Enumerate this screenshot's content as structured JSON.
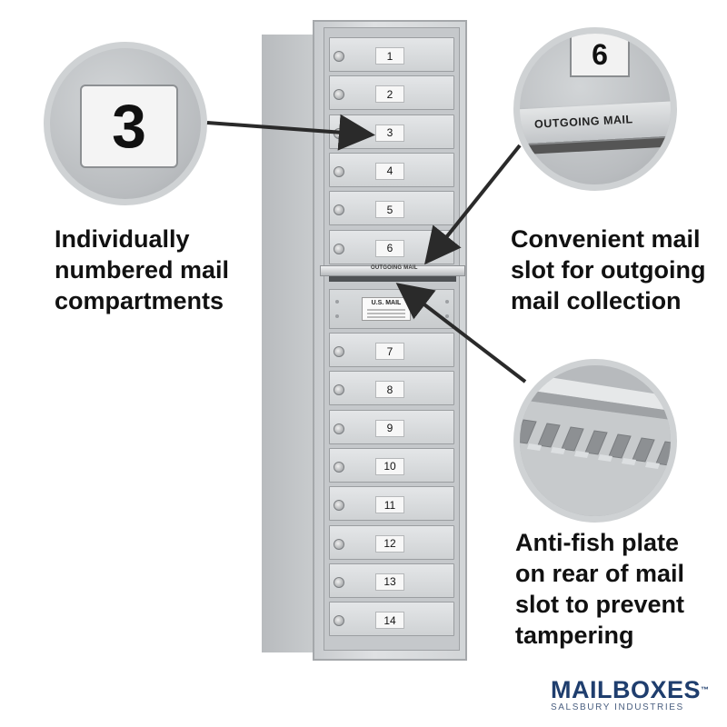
{
  "zoom_compartment": {
    "number": "3"
  },
  "zoom_slot": {
    "number": "6",
    "label": "OUTGOING MAIL"
  },
  "mailbox": {
    "doors_upper": [
      {
        "number": "1"
      },
      {
        "number": "2"
      },
      {
        "number": "3"
      },
      {
        "number": "4"
      },
      {
        "number": "5"
      },
      {
        "number": "6"
      }
    ],
    "slot_label": "OUTGOING MAIL",
    "us_mail_plate": "U.S. MAIL",
    "doors_lower": [
      {
        "number": "7"
      },
      {
        "number": "8"
      },
      {
        "number": "9"
      },
      {
        "number": "10"
      },
      {
        "number": "11"
      },
      {
        "number": "12"
      },
      {
        "number": "13"
      },
      {
        "number": "14"
      }
    ]
  },
  "captions": {
    "compartments": [
      "Individually",
      "numbered mail",
      "compartments"
    ],
    "slot": [
      "Convenient mail",
      "slot for outgoing",
      "mail collection"
    ],
    "anti_fish": [
      "Anti-fish plate",
      "on rear of mail",
      "slot to prevent",
      "tampering"
    ]
  },
  "logo": {
    "main": "MAILBOXES",
    "tm": "™",
    "sub": "SALSBURY INDUSTRIES"
  },
  "colors": {
    "logo_blue": "#1f3e6e",
    "metal": "#cfd2d4",
    "arrow": "#2a2a2a"
  }
}
